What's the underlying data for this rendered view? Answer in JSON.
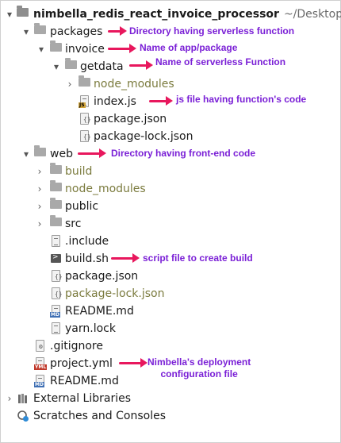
{
  "tree": {
    "root": {
      "name": "nimbella_redis_react_invoice_processor",
      "path": "~/Desktop/A"
    },
    "packages": "packages",
    "invoice": "invoice",
    "getdata": "getdata",
    "getdata_node_modules": "node_modules",
    "index_js": "index.js",
    "getdata_package_json": "package.json",
    "getdata_package_lock": "package-lock.json",
    "web": "web",
    "build": "build",
    "web_node_modules": "node_modules",
    "public": "public",
    "src": "src",
    "include": ".include",
    "build_sh": "build.sh",
    "web_package_json": "package.json",
    "web_package_lock": "package-lock.json",
    "web_readme": "README.md",
    "yarn_lock": "yarn.lock",
    "gitignore": ".gitignore",
    "project_yml": "project.yml",
    "root_readme": "README.md",
    "external_libraries": "External Libraries",
    "scratches": "Scratches and Consoles"
  },
  "annotations": {
    "packages": "Directory having serverless function",
    "invoice": "Name of  app/package",
    "getdata": "Name of serverless Function",
    "index_js": "js file having function's code",
    "web": "Directory having front-end code",
    "build_sh": "script file to create build",
    "project_yml": "Nimbella's deployment\nconfiguration file"
  },
  "colors": {
    "annotation_arrow": "#e8175d",
    "annotation_text": "#7a1fd6"
  },
  "icons": {
    "folder": "folder-icon",
    "js": "js-file-icon",
    "json": "json-file-icon",
    "md": "markdown-file-icon",
    "yml": "yaml-file-icon",
    "shell": "shell-script-icon",
    "text": "text-file-icon",
    "libraries": "library-icon",
    "scratches": "scratches-icon"
  }
}
